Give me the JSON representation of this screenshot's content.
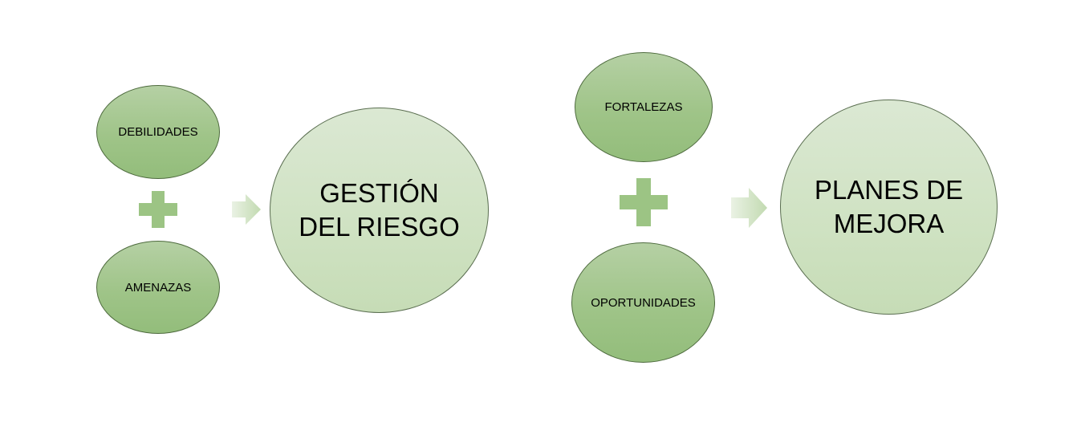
{
  "left_group": {
    "top": "DEBILIDADES",
    "bottom": "AMENAZAS",
    "result": "GESTIÓN DEL RIESGO"
  },
  "right_group": {
    "top": "FORTALEZAS",
    "bottom": "OPORTUNIDADES",
    "result": "PLANES DE MEJORA"
  },
  "colors": {
    "plus": "#9cc484",
    "arrow_start": "#eaf2e4",
    "arrow_end": "#c2dab1"
  }
}
